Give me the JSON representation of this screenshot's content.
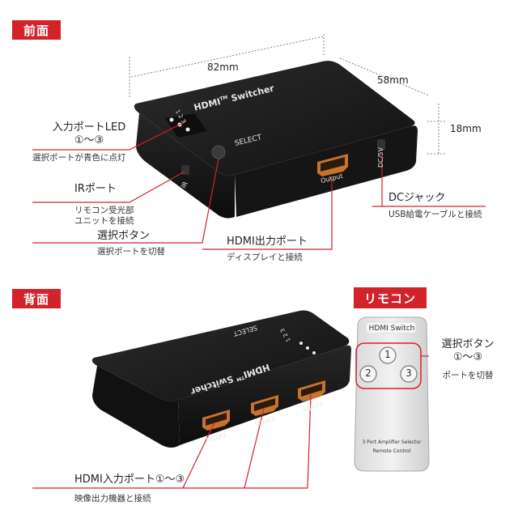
{
  "sections": {
    "front": "前面",
    "back": "背面",
    "remote": "リモコン"
  },
  "dimensions": {
    "width": "82mm",
    "depth": "58mm",
    "height": "18mm"
  },
  "device": {
    "brand": "HDMI",
    "tm": "TM",
    "model": "Switcher",
    "select": "SELECT",
    "output": "Output",
    "dc": "DC/5V",
    "ir": "IR",
    "led_numbers": [
      "1",
      "2",
      "3"
    ],
    "inputs": [
      "Input3",
      "Input2",
      "Input1"
    ]
  },
  "callouts": {
    "led": {
      "title": "入力ポートLED",
      "range": "①～③",
      "desc": "選択ポートが青色に点灯"
    },
    "ir": {
      "title": "IRポート",
      "desc1": "リモコン受光部",
      "desc2": "ユニットを接続"
    },
    "select": {
      "title": "選択ボタン",
      "desc": "選択ポートを切替"
    },
    "output": {
      "title": "HDMI出力ポート",
      "desc": "ディスプレイと接続"
    },
    "dc": {
      "title": "DCジャック",
      "desc": "USB給電ケーブルと接続"
    },
    "inputs": {
      "title": "HDMI入力ポート①～③",
      "desc": "映像出力機器と接続"
    },
    "remote_select": {
      "title": "選択ボタン",
      "range": "①～③",
      "desc": "ポートを切替"
    }
  },
  "remote": {
    "title": "HDMI Switch",
    "buttons": [
      "1",
      "2",
      "3"
    ],
    "footer1": "3 Port Amplifier Selector",
    "footer2": "Remote Control"
  },
  "colors": {
    "accent": "#d3222a",
    "device": "#1a1a1a",
    "port": "#c7732c"
  }
}
